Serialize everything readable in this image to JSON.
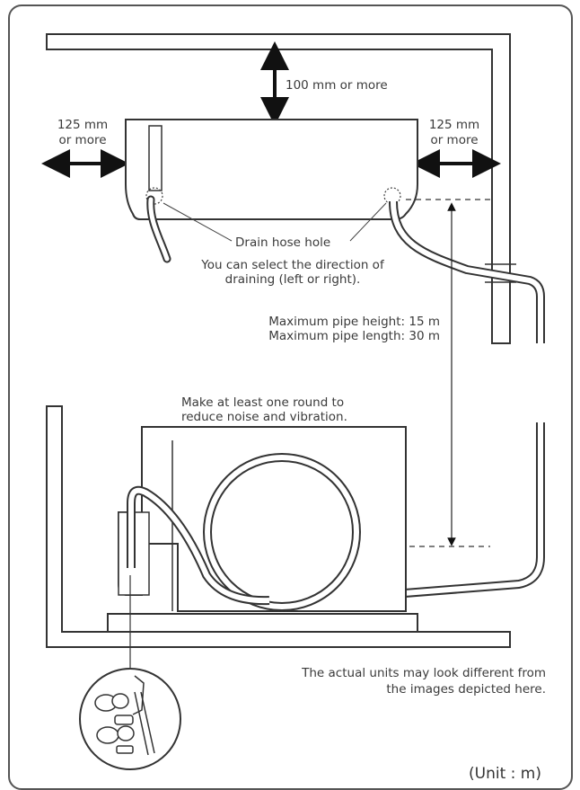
{
  "labels": {
    "top_clearance": "100 mm or more",
    "left_clearance_1": "125 mm",
    "left_clearance_2": "or more",
    "right_clearance_1": "125 mm",
    "right_clearance_2": "or more",
    "drain_hose_hole": "Drain hose hole",
    "select_direction_1": "You can select the direction of",
    "select_direction_2": "draining (left or right).",
    "max_height": "Maximum pipe height: 15 m",
    "max_length": "Maximum pipe length: 30 m",
    "round_note_1": "Make at least one round to",
    "round_note_2": "reduce noise and vibration.",
    "disclaimer_1": "The actual units may look different from",
    "disclaimer_2": "the images depicted here.",
    "unit": "(Unit : m)"
  }
}
